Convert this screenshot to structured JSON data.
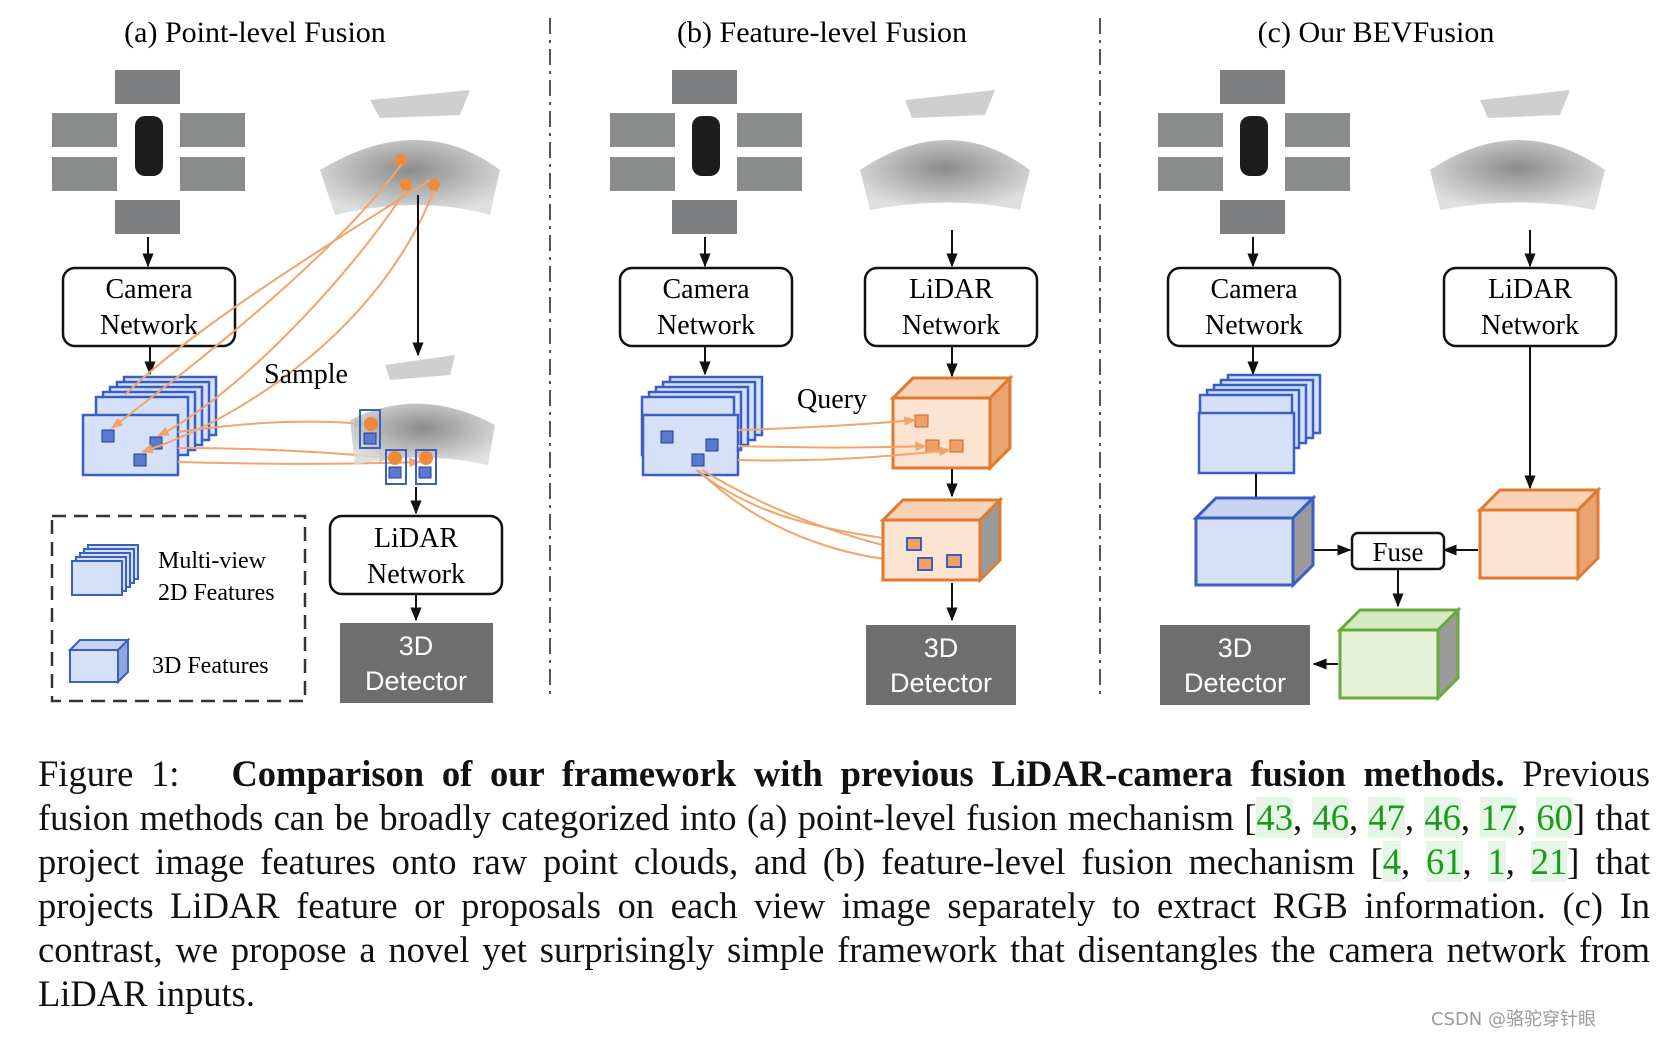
{
  "panels": {
    "a": {
      "title": "(a) Point-level Fusion",
      "sample": "Sample",
      "camera_network": [
        "Camera",
        "Network"
      ],
      "lidar_network": [
        "LiDAR",
        "Network"
      ],
      "detector": [
        "3D",
        "Detector"
      ]
    },
    "b": {
      "title": "(b) Feature-level Fusion",
      "query": "Query",
      "camera_network": [
        "Camera",
        "Network"
      ],
      "lidar_network": [
        "LiDAR",
        "Network"
      ],
      "detector": [
        "3D",
        "Detector"
      ]
    },
    "c": {
      "title": "(c) Our BEVFusion",
      "fuse": "Fuse",
      "camera_network": [
        "Camera",
        "Network"
      ],
      "lidar_network": [
        "LiDAR",
        "Network"
      ],
      "detector": [
        "3D",
        "Detector"
      ]
    }
  },
  "legend": {
    "multiview": [
      "Multi-view",
      "2D Features"
    ],
    "features3d": "3D Features"
  },
  "caption": {
    "label": "Figure 1:",
    "bold": "Comparison of our framework with previous LiDAR-camera fusion methods.",
    "text1": "Previous fusion methods can be broadly categorized into (a) point-level fusion mechanism",
    "cites1": [
      "43",
      "46",
      "47",
      "46",
      "17",
      "60"
    ],
    "text2": "that project image features onto raw point clouds, and (b) feature-level fusion mechanism",
    "cites2": [
      "4",
      "61",
      "1",
      "21"
    ],
    "text3": "that projects LiDAR feature or proposals on each view image separately to extract RGB information. (c) In contrast, we propose a novel yet surprisingly simple framework that disentangles the camera network from LiDAR inputs."
  },
  "watermark": "CSDN @骆驼穿针眼",
  "colors": {
    "camera_blue": "#d6e1f7",
    "camera_stroke": "#3a5fc4",
    "lidar_orange": "#fbe3d2",
    "lidar_stroke": "#e07a2e",
    "fused_green": "#e6f2d8",
    "fused_stroke": "#6aaa3a",
    "detector_gray": "#6e6e6e",
    "arrow_orange": "#f1a56b"
  }
}
